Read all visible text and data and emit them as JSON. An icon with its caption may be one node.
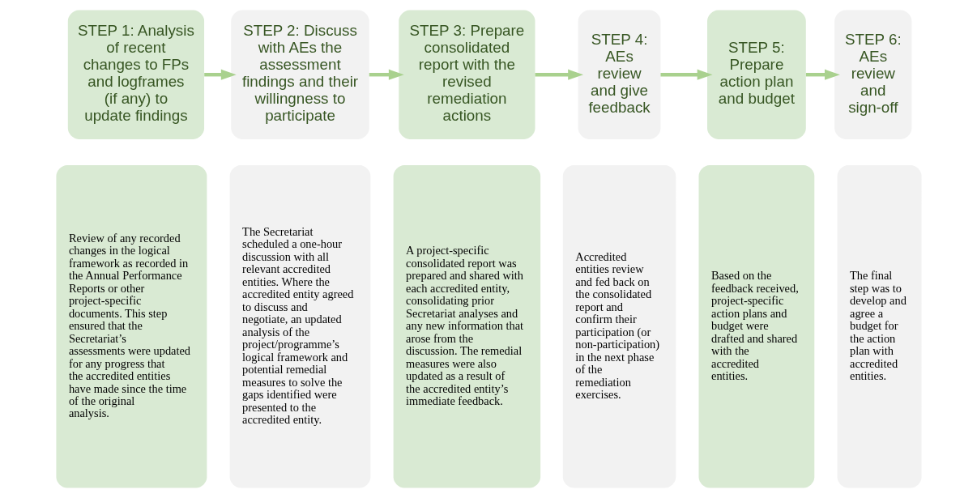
{
  "diagram": {
    "nodes": [
      {
        "text": [
          "STEP 1: Analysis of recent changes to FPs and logframes (if any) to update findings"
        ]
      },
      {
        "text": [
          "STEP 2: Discuss with AEs the assessment findings and their willingness to participate"
        ]
      },
      {
        "text": [
          "STEP 3: Prepare consolidated report with the revised remediation actions"
        ]
      },
      {
        "text": [
          "STEP 4: AEs review and give feedback"
        ]
      },
      {
        "text": [
          "STEP 5: Prepare action plan and budget"
        ]
      },
      {
        "text": [
          "STEP 6: AEs review and sign-off"
        ]
      },
      {
        "text": [
          "Review of any recorded changes in the logical framework as recorded in the Annual Performance Reports or other project-specific documents. This step ensured that the Secretariat’s assessments were updated for any progress that the accredited entities have made since the time of the original analysis."
        ]
      },
      {
        "text": [
          "The Secretariat scheduled a one-hour discussion with all relevant accredited entities. Where the accredited entity agreed to discuss and negotiate, an updated analysis of the project/programme’s logical framework and potential remedial measures to solve the gaps identified were presented to the accredited entity."
        ]
      },
      {
        "text": [
          "A project-specific consolidated report was prepared and shared with each accredited entity, consolidating prior Secretariat analyses and any new information that arose from the discussion. The remedial measures were also updated as a result of the accredited entity’s immediate feedback."
        ]
      },
      {
        "text": [
          "Accredited entities review and fed back on the consolidated report and confirm their participation (or non-participation) in the next phase of the remediation exercises."
        ]
      },
      {
        "text": [
          "Based on the feedback received, project-specific action plans and budget were drafted and shared with the accredited entities."
        ]
      },
      {
        "text": [
          "The final step was to develop and agree a budget for the action plan with accredited entities."
        ]
      }
    ],
    "edges": [
      {
        "from": 0,
        "to": 1,
        "arrow": "to"
      },
      {
        "from": 1,
        "to": 2,
        "arrow": "to"
      },
      {
        "from": 2,
        "to": 3,
        "arrow": "to"
      },
      {
        "from": 3,
        "to": 4,
        "arrow": "to"
      },
      {
        "from": 4,
        "to": 5,
        "arrow": "to"
      }
    ]
  }
}
